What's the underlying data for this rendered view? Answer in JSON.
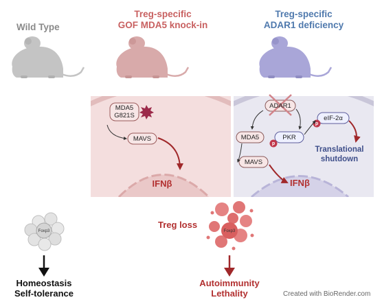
{
  "columns": {
    "wild_type": {
      "title": "Wild Type"
    },
    "gof": {
      "title_line1": "Treg-specific",
      "title_line2": "GOF MDA5 knock-in"
    },
    "adar": {
      "title_line1": "Treg-specific",
      "title_line2": "ADAR1 deficiency"
    }
  },
  "gof_panel": {
    "mda5_line1": "MDA5",
    "mda5_line2": "G821S",
    "mavs": "MAVS",
    "ifnb": "IFNβ"
  },
  "adar_panel": {
    "adar1": "ADAR1",
    "mda5": "MDA5",
    "pkr": "PKR",
    "eif2a": "eIF-2α",
    "phospho": "p",
    "mavs": "MAVS",
    "ifnb": "IFNβ",
    "translational_line1": "Translational",
    "translational_line2": "shutdown"
  },
  "bottom": {
    "foxp3_label": "Foxp3",
    "treg_loss": "Treg loss",
    "homeostasis_line1": "Homeostasis",
    "homeostasis_line2": "Self-tolerance",
    "autoimmunity_line1": "Autoimmunity",
    "autoimmunity_line2": "Lethality"
  },
  "credit": "Created with BioRender.com",
  "colors": {
    "wild_type": "#8a8a8a",
    "gof": "#c86060",
    "adar": "#4f79ad",
    "red_arrow": "#b23030"
  }
}
